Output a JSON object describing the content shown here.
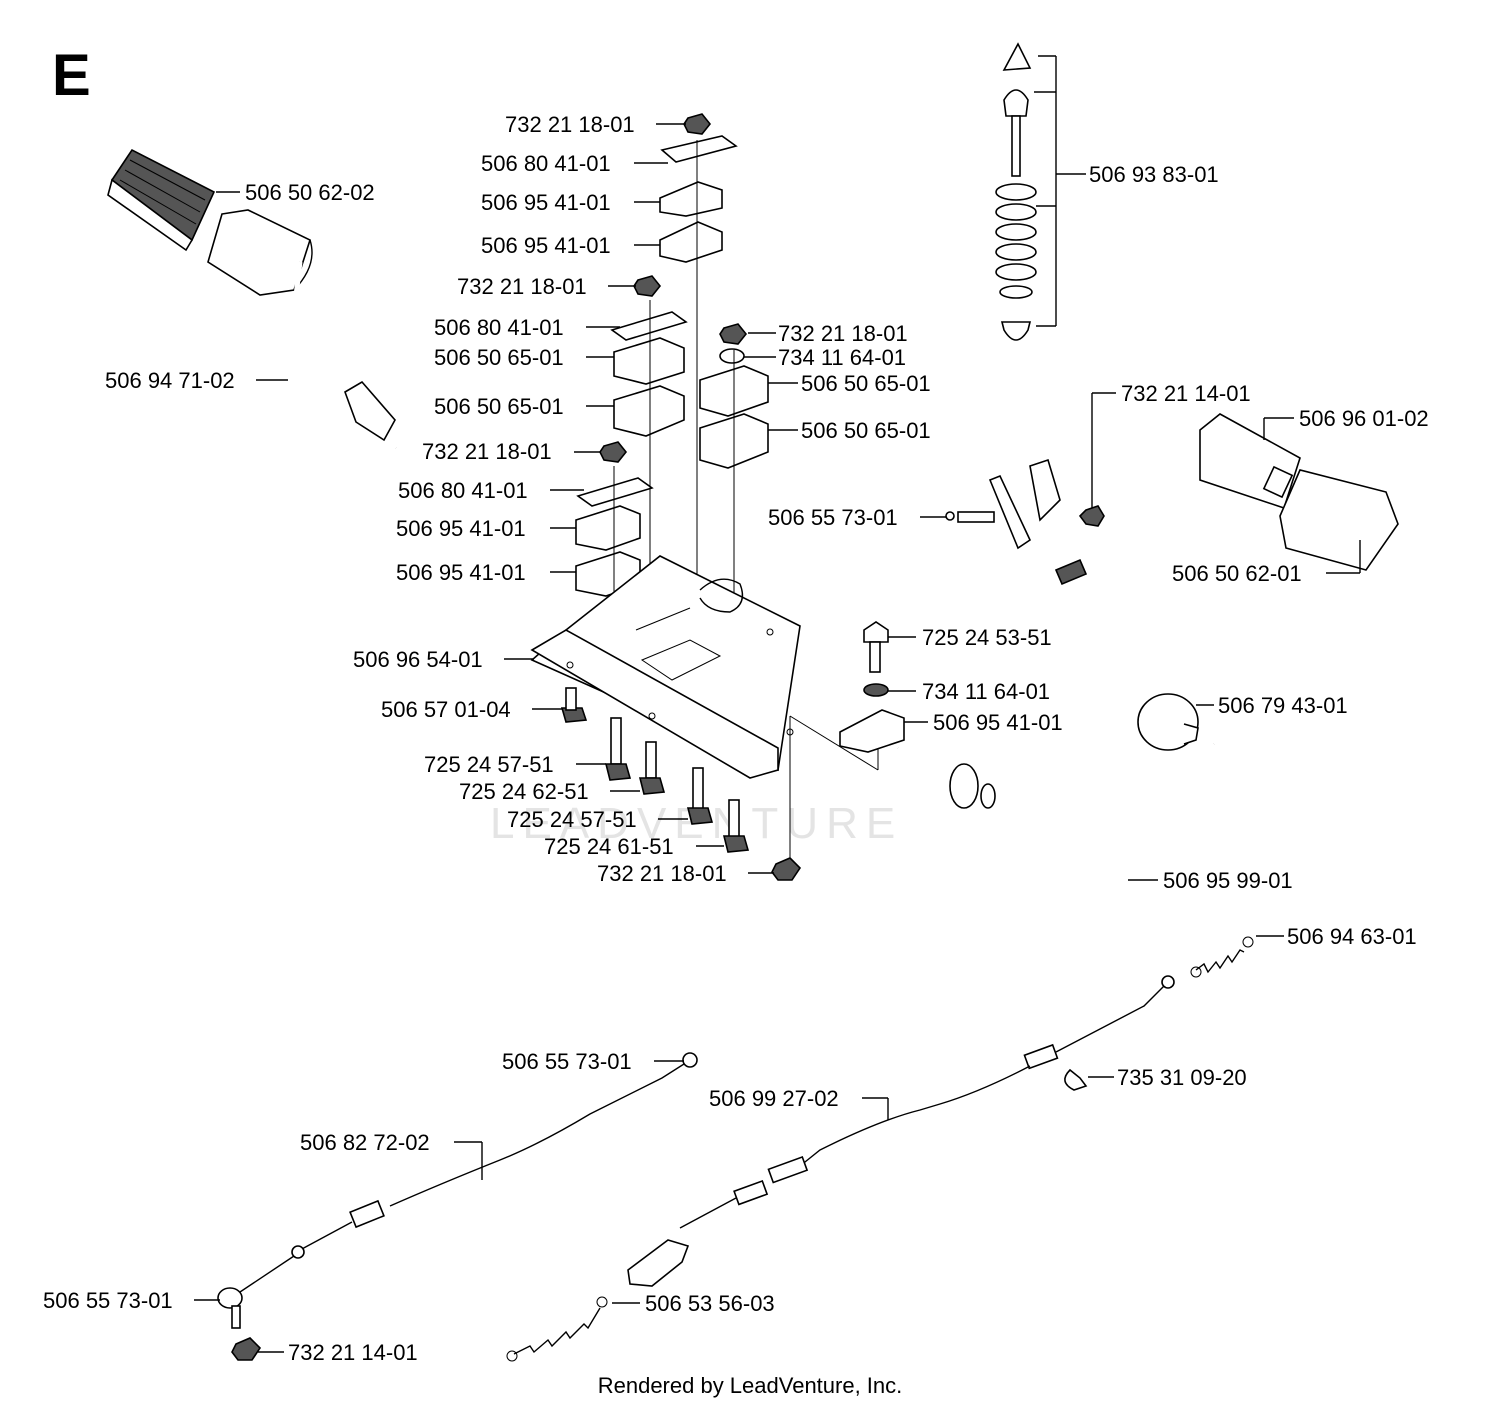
{
  "section_letter": "E",
  "watermark": "LEADVENTURE",
  "credit": "Rendered by LeadVenture, Inc.",
  "callouts": [
    "732 21 18-01",
    "506 80 41-01",
    "506 95 41-01",
    "506 95 41-01",
    "506 50 62-02",
    "732 21 18-01",
    "506 80 41-01",
    "506 50 65-01",
    "506 50 65-01",
    "506 94 71-02",
    "732 21 18-01",
    "734 11 64-01",
    "506 50 65-01",
    "506 50 65-01",
    "732 21 18-01",
    "506 80 41-01",
    "506 95 41-01",
    "506 95 41-01",
    "506 93 83-01",
    "732 21 14-01",
    "506 96 01-02",
    "506 55 73-01",
    "506 50 62-01",
    "725 24 53-51",
    "506 96 54-01",
    "734 11 64-01",
    "506 57 01-04",
    "506 95 41-01",
    "506 79 43-01",
    "725 24 57-51",
    "725 24 62-51",
    "725 24 57-51",
    "725 24 61-51",
    "732 21 18-01",
    "506 95 99-01",
    "506 94 63-01",
    "506 55 73-01",
    "506 99 27-02",
    "735 31 09-20",
    "506 82 72-02",
    "506 55 73-01",
    "506 53 56-03",
    "732 21 14-01"
  ]
}
